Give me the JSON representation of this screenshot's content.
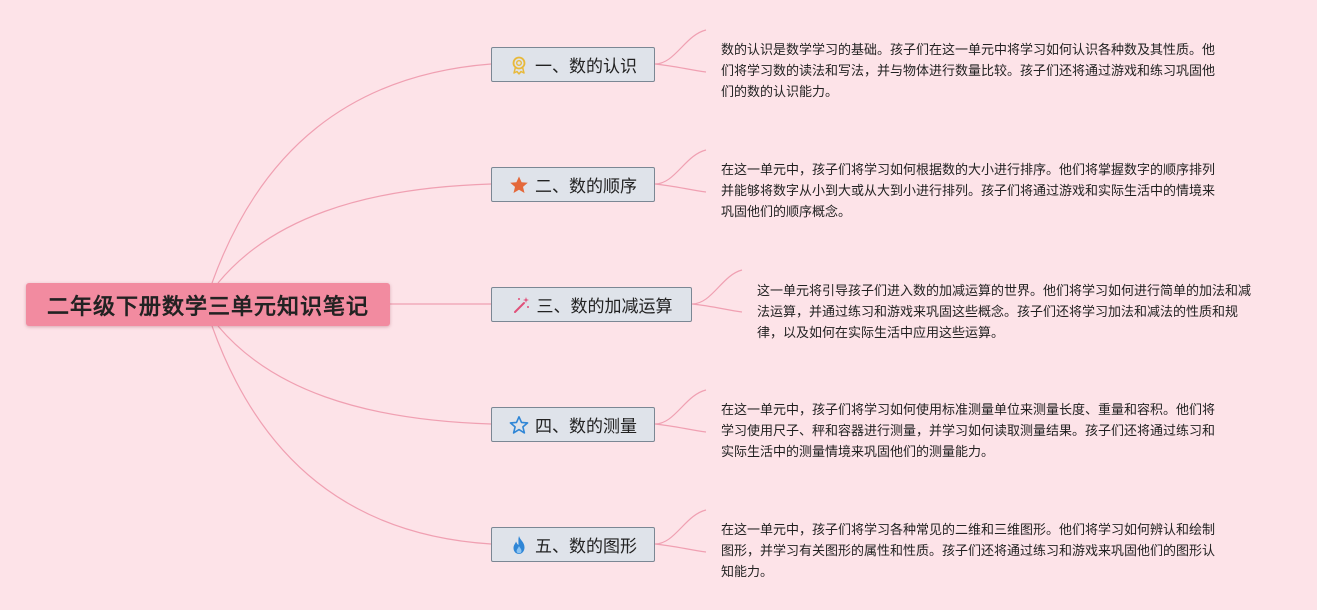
{
  "root": {
    "title": "二年级下册数学三单元知识笔记"
  },
  "branches": [
    {
      "label": "一、数的认识",
      "icon": "award-ribbon-icon",
      "note": "数的认识是数学学习的基础。孩子们在这一单元中将学习如何认识各种数及其性质。他们将学习数的读法和写法，并与物体进行数量比较。孩子们还将通过游戏和练习巩固他们的数的认识能力。"
    },
    {
      "label": "二、数的顺序",
      "icon": "star-icon",
      "note": "在这一单元中，孩子们将学习如何根据数的大小进行排序。他们将掌握数字的顺序排列并能够将数字从小到大或从大到小进行排列。孩子们将通过游戏和实际生活中的情境来巩固他们的顺序概念。"
    },
    {
      "label": "三、数的加减运算",
      "icon": "magic-wand-icon",
      "note": "这一单元将引导孩子们进入数的加减运算的世界。他们将学习如何进行简单的加法和减法运算，并通过练习和游戏来巩固这些概念。孩子们还将学习加法和减法的性质和规律，以及如何在实际生活中应用这些运算。"
    },
    {
      "label": "四、数的测量",
      "icon": "star-outline-icon",
      "note": "在这一单元中，孩子们将学习如何使用标准测量单位来测量长度、重量和容积。他们将学习使用尺子、秤和容器进行测量，并学习如何读取测量结果。孩子们还将通过练习和实际生活中的测量情境来巩固他们的测量能力。"
    },
    {
      "label": "五、数的图形",
      "icon": "flame-icon",
      "note": "在这一单元中，孩子们将学习各种常见的二维和三维图形。他们将学习如何辨认和绘制图形，并学习有关图形的属性和性质。孩子们还将通过练习和游戏来巩固他们的图形认知能力。"
    }
  ],
  "colors": {
    "background": "#fde3e8",
    "root_fill": "#f28ba0",
    "branch_fill": "#dfe3ea",
    "branch_border": "#7b8794",
    "connector": "#f0a0b2",
    "icon_award": "#e8b93a",
    "icon_star": "#e4683a",
    "icon_wand": "#e0507a",
    "icon_star_outline": "#2f86d6",
    "icon_flame": "#2f86d6"
  }
}
